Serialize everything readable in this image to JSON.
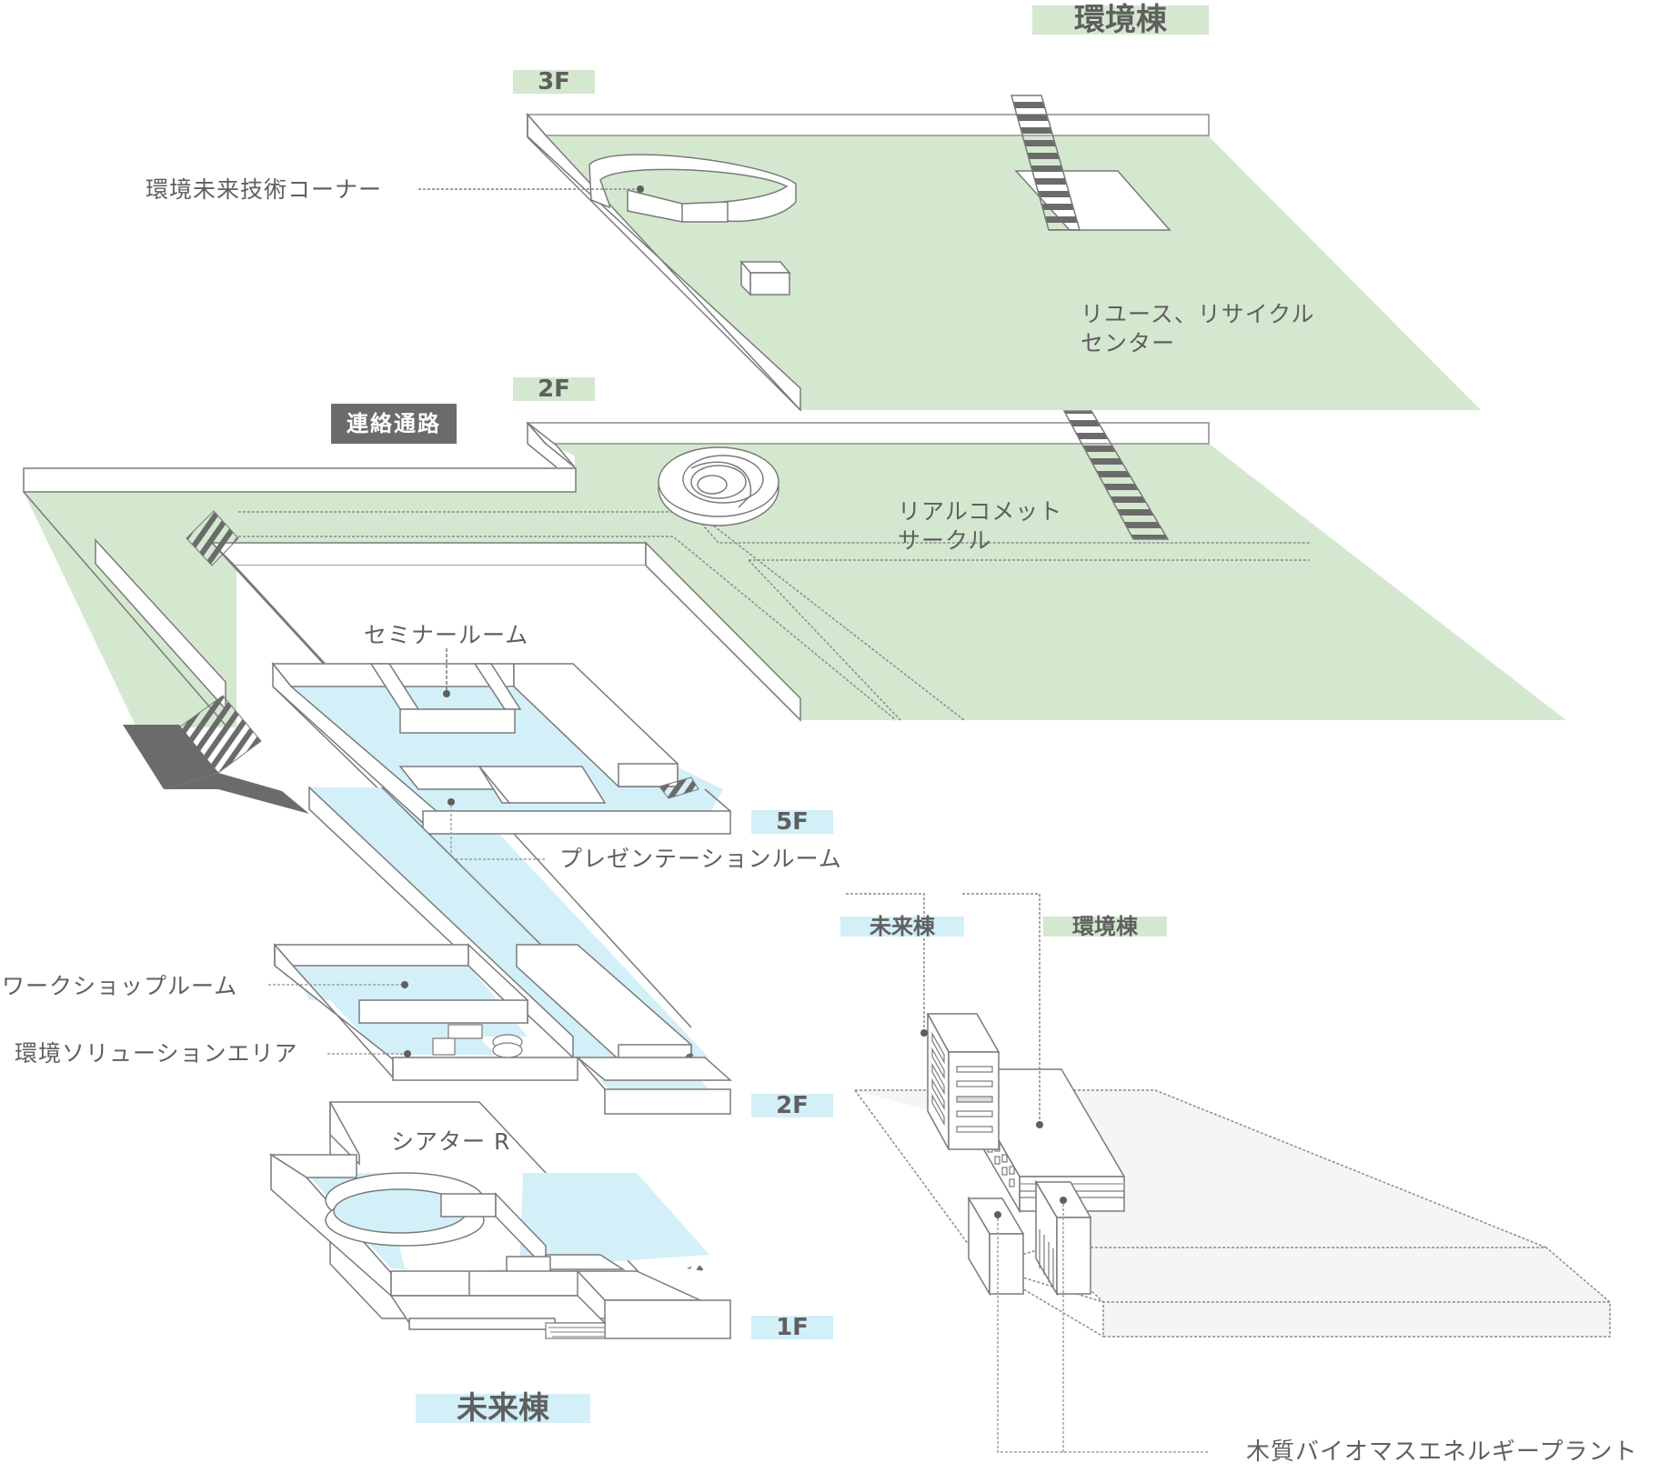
{
  "colors": {
    "green_floor": "#d4e8cf",
    "blue_floor": "#d3eff8",
    "site_gray": "#f4f6f5",
    "wall": "#ffffff",
    "stroke": "#7a7a7a",
    "text": "#5f5f5f",
    "dark_tag": "#6b6b6b"
  },
  "buildings": {
    "kankyo_title": "環境棟",
    "mirai_title": "未来棟"
  },
  "floors": {
    "kankyo_3f": "3F",
    "kankyo_2f": "2F",
    "mirai_5f": "5F",
    "mirai_2f": "2F",
    "mirai_1f": "1F"
  },
  "passage_tag": "連絡通路",
  "rooms": {
    "future_tech_corner": "環境未来技術コーナー",
    "reuse_recycle_line1": "リユース、リサイクル",
    "reuse_recycle_line2": "センター",
    "real_comet_line1": "リアルコメット",
    "real_comet_line2": "サークル",
    "seminar_room": "セミナールーム",
    "presentation_room": "プレゼンテーションルーム",
    "workshop_room": "ワークショップルーム",
    "solution_area": "環境ソリューションエリア",
    "theater_r": "シアター R"
  },
  "site_map": {
    "mirai_label": "未来棟",
    "kankyo_label": "環境棟",
    "biomass_plant": "木質バイオマスエネルギープラント"
  },
  "icons": {
    "stairs": "stairs-icon",
    "leader_dot": "leader-dot-icon"
  }
}
